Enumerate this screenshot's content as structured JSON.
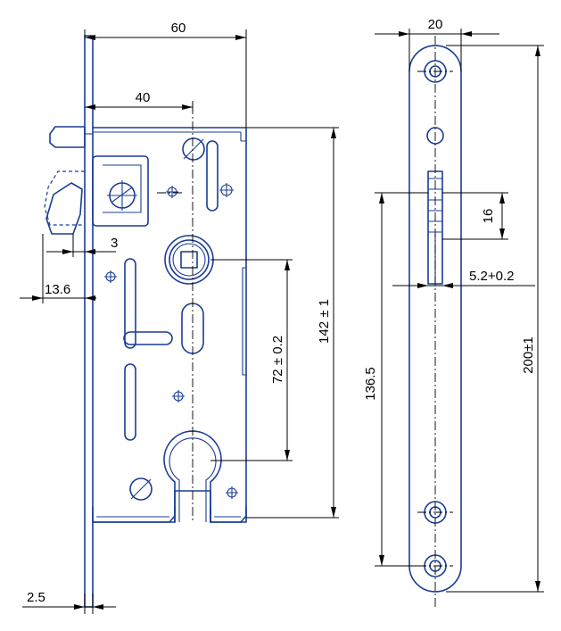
{
  "dimensions": {
    "width_60": "60",
    "backset_40": "40",
    "latch_3": "3",
    "latch_13_6": "13.6",
    "faceplate_2_5": "2.5",
    "distance_72": "72 ± 0.2",
    "height_142": "142 ± 1",
    "plate_width_20": "20",
    "slot_16": "16",
    "slot_5_2": "5.2+0.2",
    "hole_spacing_136_5": "136.5",
    "plate_length_200": "200±1"
  },
  "colors": {
    "part_outline": "#1a3c94",
    "dimension_lines": "#000000"
  }
}
